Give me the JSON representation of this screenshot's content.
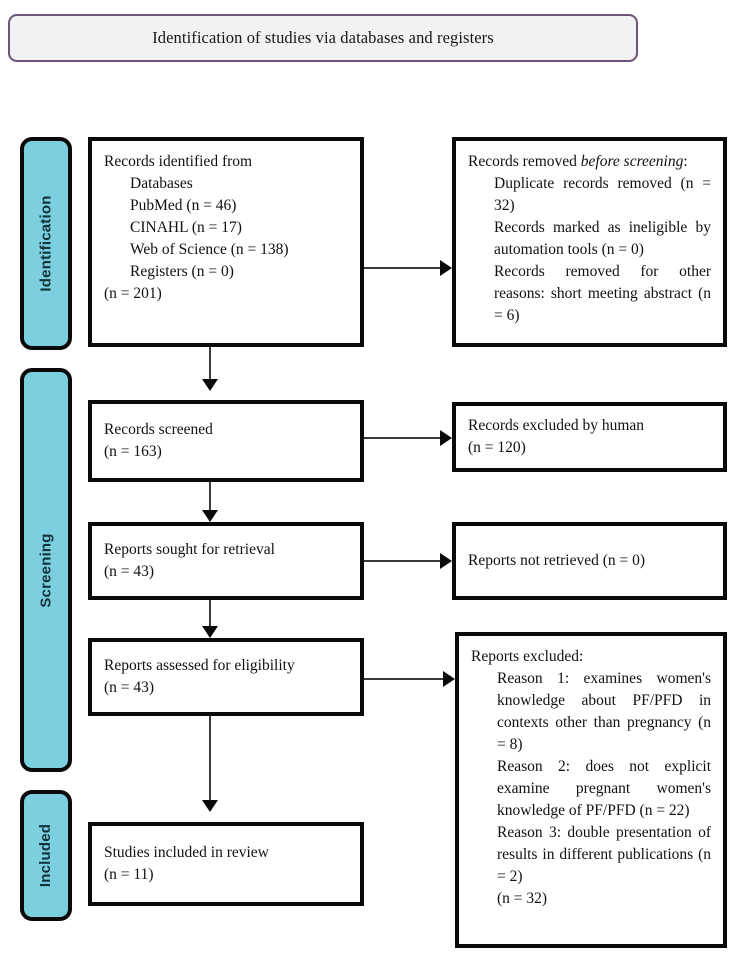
{
  "diagram": {
    "type": "prisma-flow-diagram",
    "banner": {
      "title": "Identification of studies via databases and registers",
      "border_color": "#6b5475",
      "fill_color": "#f2f2f2"
    },
    "stage_bar_color": "#7ccfdf",
    "stages": [
      {
        "id": "identification",
        "label": "Identification"
      },
      {
        "id": "screening",
        "label": "Screening"
      },
      {
        "id": "included",
        "label": "Included"
      }
    ],
    "boxes": {
      "records_identified": {
        "title": "Records identified from",
        "items": [
          "Databases",
          "PubMed (n = 46)",
          "CINAHL (n = 17)",
          "Web of Science (n = 138)",
          "Registers (n = 0)"
        ],
        "total": "(n = 201)"
      },
      "records_removed": {
        "title_prefix": "Records removed ",
        "title_italic": "before screening",
        "title_suffix": ":",
        "items": [
          "Duplicate records removed (n = 32)",
          "Records marked as ineligible by automation tools (n = 0)",
          "Records removed for other reasons: short meeting abstract (n = 6)"
        ]
      },
      "records_screened": {
        "line1": "Records screened",
        "line2": "(n = 163)"
      },
      "records_excluded": {
        "line1": "Records excluded by human",
        "line2": "(n = 120)"
      },
      "reports_sought": {
        "line1": "Reports sought for retrieval",
        "line2": "(n = 43)"
      },
      "reports_not_retrieved": {
        "line1": "Reports not retrieved (n = 0)"
      },
      "reports_assessed": {
        "line1": "Reports assessed for eligibility",
        "line2": "(n = 43)"
      },
      "reports_excluded": {
        "title": "Reports excluded:",
        "items": [
          "Reason 1: examines women's knowledge about PF/PFD in contexts other than pregnancy (n = 8)",
          "Reason 2: does not explicit examine pregnant women's knowledge of PF/PFD (n = 22)",
          "Reason 3: double presentation of results in different publications (n = 2)"
        ],
        "total": "(n = 32)"
      },
      "studies_included": {
        "line1": "Studies included in review",
        "line2": "(n = 11)"
      }
    }
  }
}
